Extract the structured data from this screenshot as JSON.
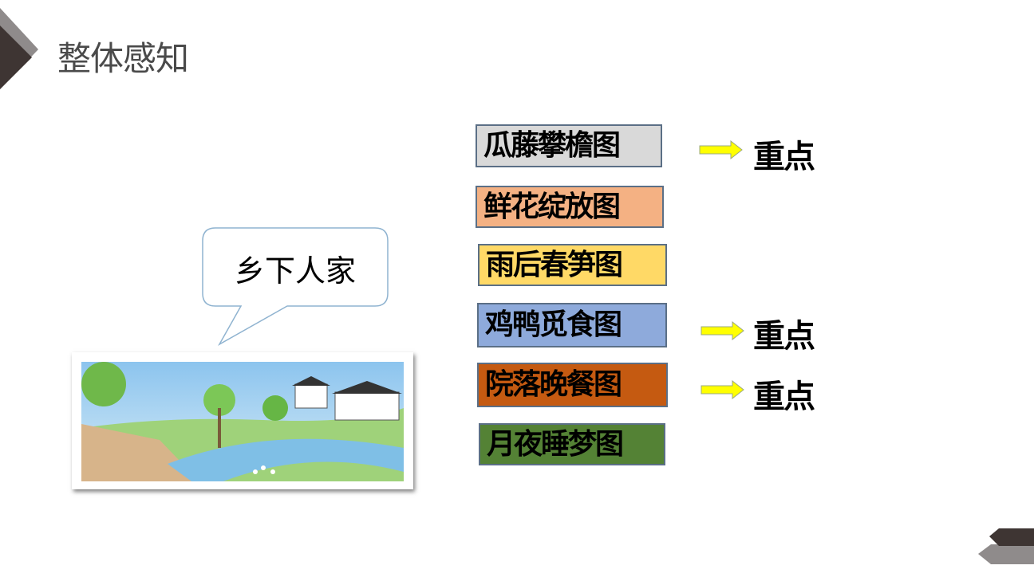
{
  "slide": {
    "title": "整体感知",
    "bubble_text": "乡下人家",
    "picture_description": "village scene illustration: river with ducks, trees, white houses, stone steps",
    "items": [
      {
        "label": "瓜藤攀檐图",
        "color": "#d9d9d9",
        "key": true
      },
      {
        "label": "鲜花绽放图",
        "color": "#f4b183",
        "key": false
      },
      {
        "label": "雨后春笋图",
        "color": "#ffd966",
        "key": false
      },
      {
        "label": "鸡鸭觅食图",
        "color": "#8eaadb",
        "key": true
      },
      {
        "label": "院落晚餐图",
        "color": "#c55a11",
        "key": true
      },
      {
        "label": "月夜睡梦图",
        "color": "#548235",
        "key": false
      }
    ],
    "key_label": "重点",
    "arrow_color": "#ffff00",
    "accent_dark": "#3e3533",
    "accent_light": "#8f8b8b"
  }
}
